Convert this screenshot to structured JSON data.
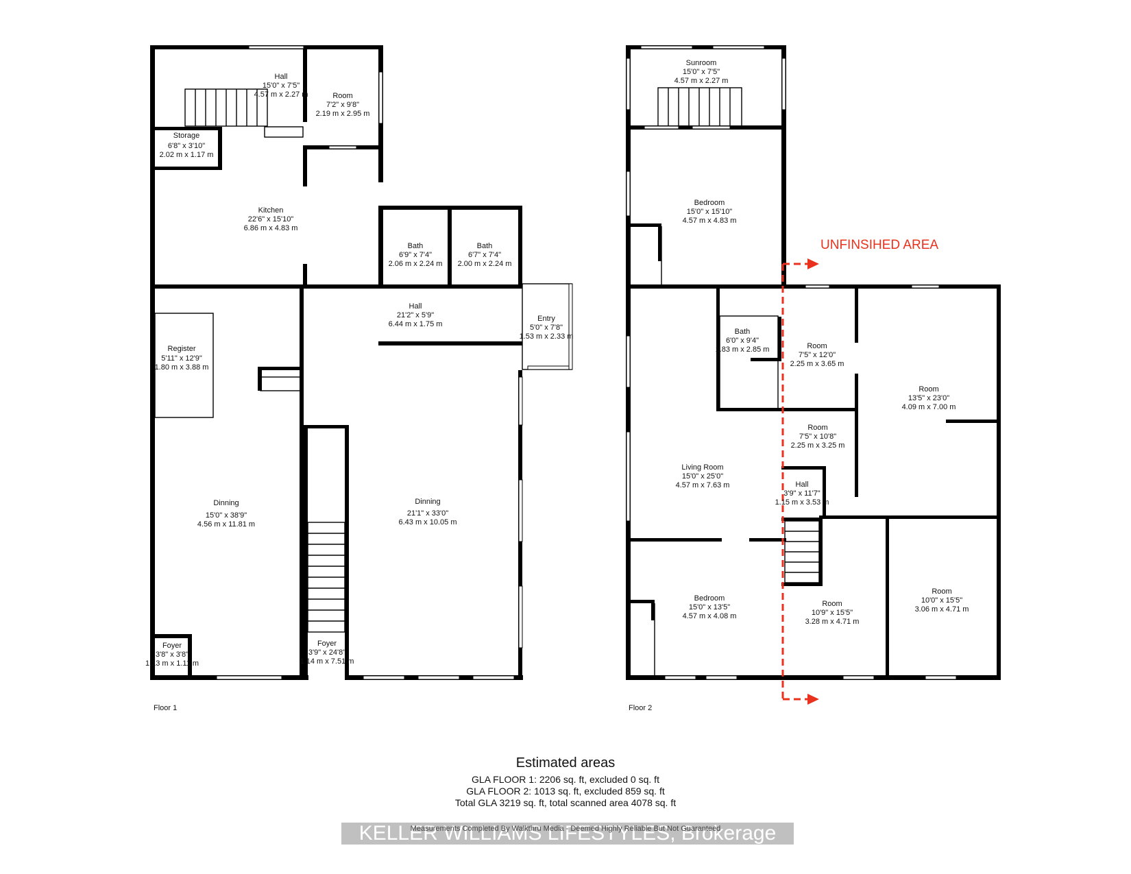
{
  "floor1": {
    "label": "Floor 1",
    "rooms": {
      "hall_top": {
        "name": "Hall",
        "imperial": "15'0\" x 7'5\"",
        "metric": "4.57 m x 2.27 m"
      },
      "room_top": {
        "name": "Room",
        "imperial": "7'2\" x 9'8\"",
        "metric": "2.19 m x 2.95 m"
      },
      "storage": {
        "name": "Storage",
        "imperial": "6'8\" x 3'10\"",
        "metric": "2.02 m x 1.17 m"
      },
      "kitchen": {
        "name": "Kitchen",
        "imperial": "22'6\" x 15'10\"",
        "metric": "6.86 m x 4.83 m"
      },
      "bath1": {
        "name": "Bath",
        "imperial": "6'9\" x 7'4\"",
        "metric": "2.06 m x 2.24 m"
      },
      "bath2": {
        "name": "Bath",
        "imperial": "6'7\" x 7'4\"",
        "metric": "2.00 m x 2.24 m"
      },
      "hall_mid": {
        "name": "Hall",
        "imperial": "21'2\" x 5'9\"",
        "metric": "6.44 m x 1.75 m"
      },
      "entry": {
        "name": "Entry",
        "imperial": "5'0\" x 7'8\"",
        "metric": "1.53 m x 2.33 m"
      },
      "register": {
        "name": "Register",
        "imperial": "5'11\" x 12'9\"",
        "metric": "1.80 m x 3.88 m"
      },
      "dinning_left": {
        "name": "Dinning",
        "imperial": "15'0\" x 38'9\"",
        "metric": "4.56 m x 11.81 m"
      },
      "dinning_right": {
        "name": "Dinning",
        "imperial": "21'1\" x 33'0\"",
        "metric": "6.43 m x 10.05 m"
      },
      "foyer_left": {
        "name": "Foyer",
        "imperial": "3'8\" x 3'8\"",
        "metric": "1.13 m x 1.11 m"
      },
      "foyer_mid": {
        "name": "Foyer",
        "imperial": "3'9\" x 24'8\"",
        "metric": "1.14 m x 7.51 m"
      }
    }
  },
  "floor2": {
    "label": "Floor 2",
    "rooms": {
      "sunroom": {
        "name": "Sunroom",
        "imperial": "15'0\" x 7'5\"",
        "metric": "4.57 m x 2.27 m"
      },
      "bedroom_top": {
        "name": "Bedroom",
        "imperial": "15'0\" x 15'10\"",
        "metric": "4.57 m x 4.83 m"
      },
      "bath": {
        "name": "Bath",
        "imperial": "6'0\" x 9'4\"",
        "metric": "1.83 m x 2.85 m"
      },
      "room_a": {
        "name": "Room",
        "imperial": "7'5\" x 12'0\"",
        "metric": "2.25 m x 3.65 m"
      },
      "room_big": {
        "name": "Room",
        "imperial": "13'5\" x 23'0\"",
        "metric": "4.09 m x 7.00 m"
      },
      "room_b": {
        "name": "Room",
        "imperial": "7'5\" x 10'8\"",
        "metric": "2.25 m x 3.25 m"
      },
      "living": {
        "name": "Living Room",
        "imperial": "15'0\" x 25'0\"",
        "metric": "4.57 m x 7.63 m"
      },
      "hall": {
        "name": "Hall",
        "imperial": "3'9\" x 11'7\"",
        "metric": "1.15 m x 3.53 m"
      },
      "bedroom_bottom": {
        "name": "Bedroom",
        "imperial": "15'0\" x 13'5\"",
        "metric": "4.57 m x 4.08 m"
      },
      "room_c": {
        "name": "Room",
        "imperial": "10'9\" x 15'5\"",
        "metric": "3.28 m x 4.71 m"
      },
      "room_d": {
        "name": "Room",
        "imperial": "10'0\" x 15'5\"",
        "metric": "3.06 m x 4.71 m"
      }
    },
    "unfinished_label": "UNFINSIHED AREA",
    "unfinished_color": "#e8321e"
  },
  "summary": {
    "title": "Estimated areas",
    "lines": [
      "GLA FLOOR 1: 2206 sq. ft, excluded 0 sq. ft",
      "GLA FLOOR 2: 1013 sq. ft, excluded 859 sq. ft",
      "Total GLA 3219 sq. ft, total scanned area 4078 sq. ft"
    ]
  },
  "watermark": "KELLER WILLIAMS LIFESTYLES, Brokerage",
  "disclaimer": "Measurements Completed By Walkthru Media - Deemed Highly Reliable But Not Guaranteed"
}
